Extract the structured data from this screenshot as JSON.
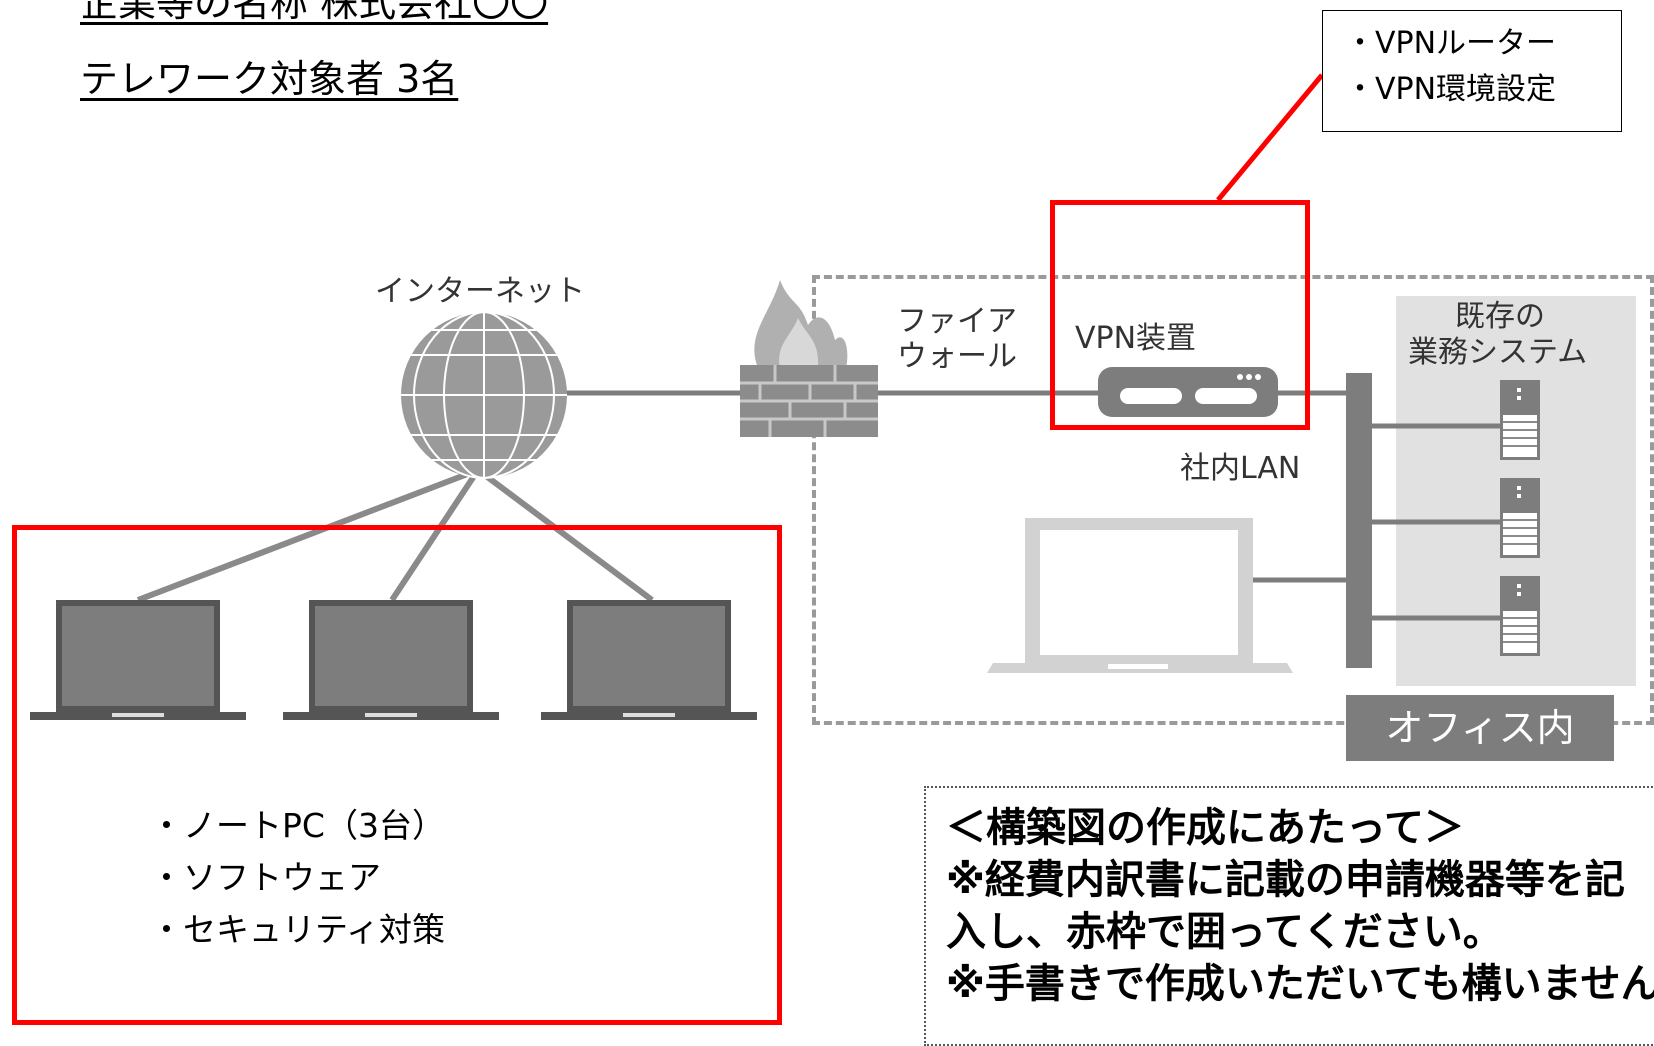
{
  "header": {
    "company_line": "企業等の名称 株式会社〇〇",
    "telework_line": "テレワーク対象者 3名"
  },
  "callout_items": [
    "・VPNルーター",
    "・VPN環境設定"
  ],
  "diagram": {
    "internet_label": "インターネット",
    "firewall_label_line1": "ファイア",
    "firewall_label_line2": "ウォール",
    "vpn_label": "VPN装置",
    "lan_label": "社内LAN",
    "business_system_line1": "既存の",
    "business_system_line2": "業務システム",
    "office_label": "オフィス内"
  },
  "telework_items": [
    "・ノートPC（3台）",
    "・ソフトウェア",
    "・セキュリティ対策"
  ],
  "notes": {
    "heading": "＜構築図の作成にあたって＞",
    "line1": "※経費内訳書に記載の申請機器等を記",
    "line2": "入し、赤枠で囲ってください。",
    "line3": "※手書きで作成いただいても構いません。"
  },
  "colors": {
    "highlight_red": "#ff0000",
    "icon_gray": "#7d7d7d"
  }
}
